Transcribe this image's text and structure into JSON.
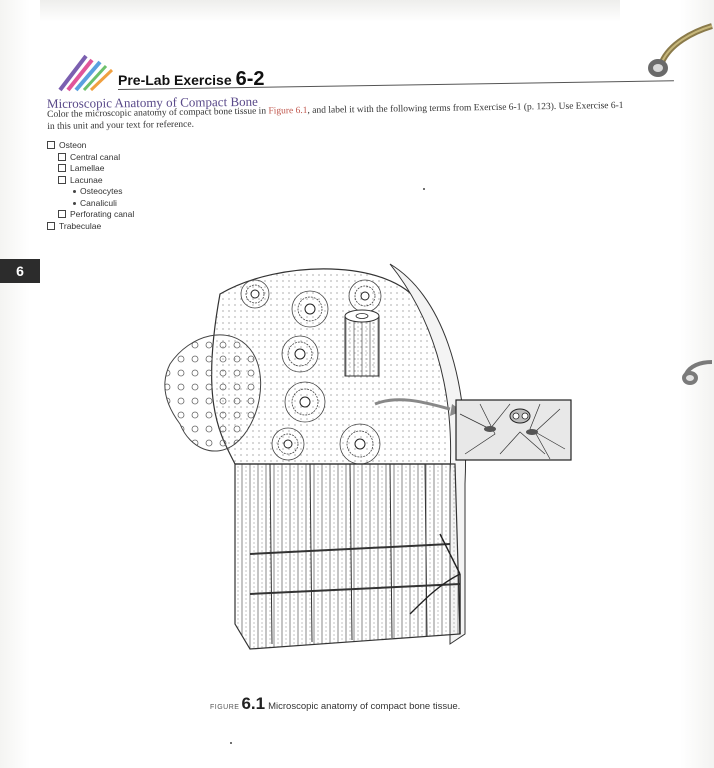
{
  "header": {
    "label": "Pre-Lab Exercise",
    "number": "6-2"
  },
  "section_title": "Microscopic Anatomy of Compact Bone",
  "instructions": {
    "before_ref": "Color the microscopic anatomy of compact bone tissue in ",
    "figure_ref": "Figure 6.1",
    "after_ref": ", and label it with the following terms from Exercise 6-1 (p. 123). Use Exercise 6-1 in this unit and your text for reference."
  },
  "terms": [
    {
      "level": 1,
      "marker": "box",
      "label": "Osteon"
    },
    {
      "level": 2,
      "marker": "box",
      "label": "Central canal"
    },
    {
      "level": 2,
      "marker": "box",
      "label": "Lamellae"
    },
    {
      "level": 2,
      "marker": "box",
      "label": "Lacunae"
    },
    {
      "level": 3,
      "marker": "bullet",
      "label": "Osteocytes"
    },
    {
      "level": 3,
      "marker": "bullet",
      "label": "Canaliculi"
    },
    {
      "level": 2,
      "marker": "box",
      "label": "Perforating canal"
    },
    {
      "level": 1,
      "marker": "box",
      "label": "Trabeculae"
    }
  ],
  "unit_tab": "6",
  "figure": {
    "word": "FIGURE",
    "number": "6.1",
    "caption": "Microscopic anatomy of compact bone tissue."
  },
  "colors": {
    "section_title": "#5a4a8a",
    "figure_ref": "#c0574d",
    "tab_background": "#2c2c2c"
  }
}
